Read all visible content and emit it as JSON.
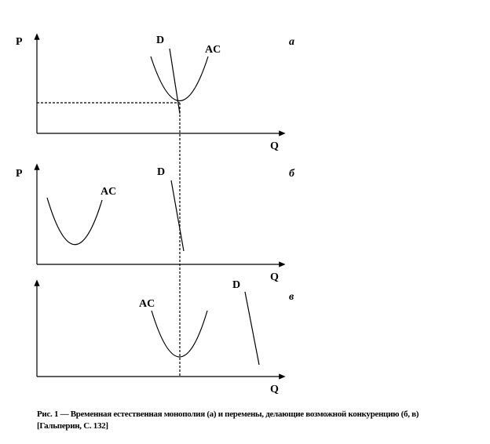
{
  "panels": [
    {
      "tag": "а",
      "y_label": "P",
      "x_label": "Q",
      "ac_label": "AC",
      "d_label": "D"
    },
    {
      "tag": "б",
      "y_label": "P",
      "x_label": "Q",
      "ac_label": "AC",
      "d_label": "D"
    },
    {
      "tag": "в",
      "x_label": "Q",
      "ac_label": "AC",
      "d_label": "D"
    }
  ],
  "caption": "Рис. 1 — Временная естественная монополия (а) и перемены, делающие возможной конкуренцию (б, в) [Гальперин, С. 132]"
}
